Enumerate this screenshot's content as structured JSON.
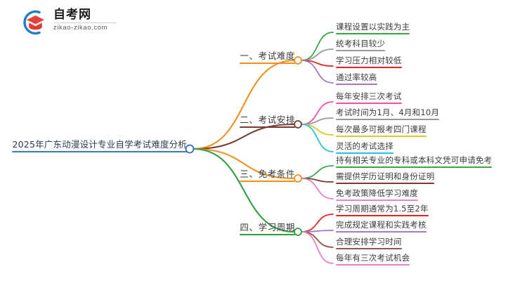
{
  "logo": {
    "name_cn": "自考网",
    "url": "zikao-zikao.com",
    "mark_icon": "graduation-cap-logo-icon",
    "arc_color": "#1a7fc4",
    "cap_color": "#e8403a"
  },
  "mindmap": {
    "type": "mindmap",
    "root": {
      "label": "2025年广东动漫设计专业自学考试难度分析",
      "color": "#3b7cc4",
      "node_color": "#2f6fb8"
    },
    "branches": [
      {
        "label": "一、考试难度",
        "color": "#f0901e",
        "node_color": "#f0901e",
        "children": [
          {
            "label": "课程设置以实践为主",
            "color": "#3aa84a"
          },
          {
            "label": "统考科目较少",
            "color": "#9a9a9a"
          },
          {
            "label": "学习压力相对较低",
            "color": "#e8261c"
          },
          {
            "label": "通过率较高",
            "color": "#9b7ad1"
          }
        ]
      },
      {
        "label": "二、考试安排",
        "color": "#7a3b33",
        "node_color": "#7a3b33",
        "children": [
          {
            "label": "每年安排三次考试",
            "color": "#ee52a8"
          },
          {
            "label": "考试时间为1月、4月和10月",
            "color": "#9a9a9a"
          },
          {
            "label": "每次最多可报考四门课程",
            "color": "#d4cc1e"
          },
          {
            "label": "灵活的考试选择",
            "color": "#2bbfe0"
          }
        ]
      },
      {
        "label": "三、免考条件",
        "color": "#f0901e",
        "node_color": "#f0901e",
        "children": [
          {
            "label": "持有相关专业的专科或本科文凭可申请免考",
            "color": "#3aa84a"
          },
          {
            "label": "需提供学历证明和身份证明",
            "color": "#7a3b33"
          },
          {
            "label": "免考政策降低学习难度",
            "color": "#ee7fc0"
          }
        ]
      },
      {
        "label": "四、学习周期",
        "color": "#2f9e3f",
        "node_color": "#2f9e3f",
        "children": [
          {
            "label": "学习周期通常为1.5至2年",
            "color": "#e8261c"
          },
          {
            "label": "完成规定课程和实践考核",
            "color": "#9b7ad1"
          },
          {
            "label": "合理安排学习时间",
            "color": "#8a5a50"
          },
          {
            "label": "每年有三次考试机会",
            "color": "#ee7fc0"
          }
        ]
      }
    ]
  }
}
